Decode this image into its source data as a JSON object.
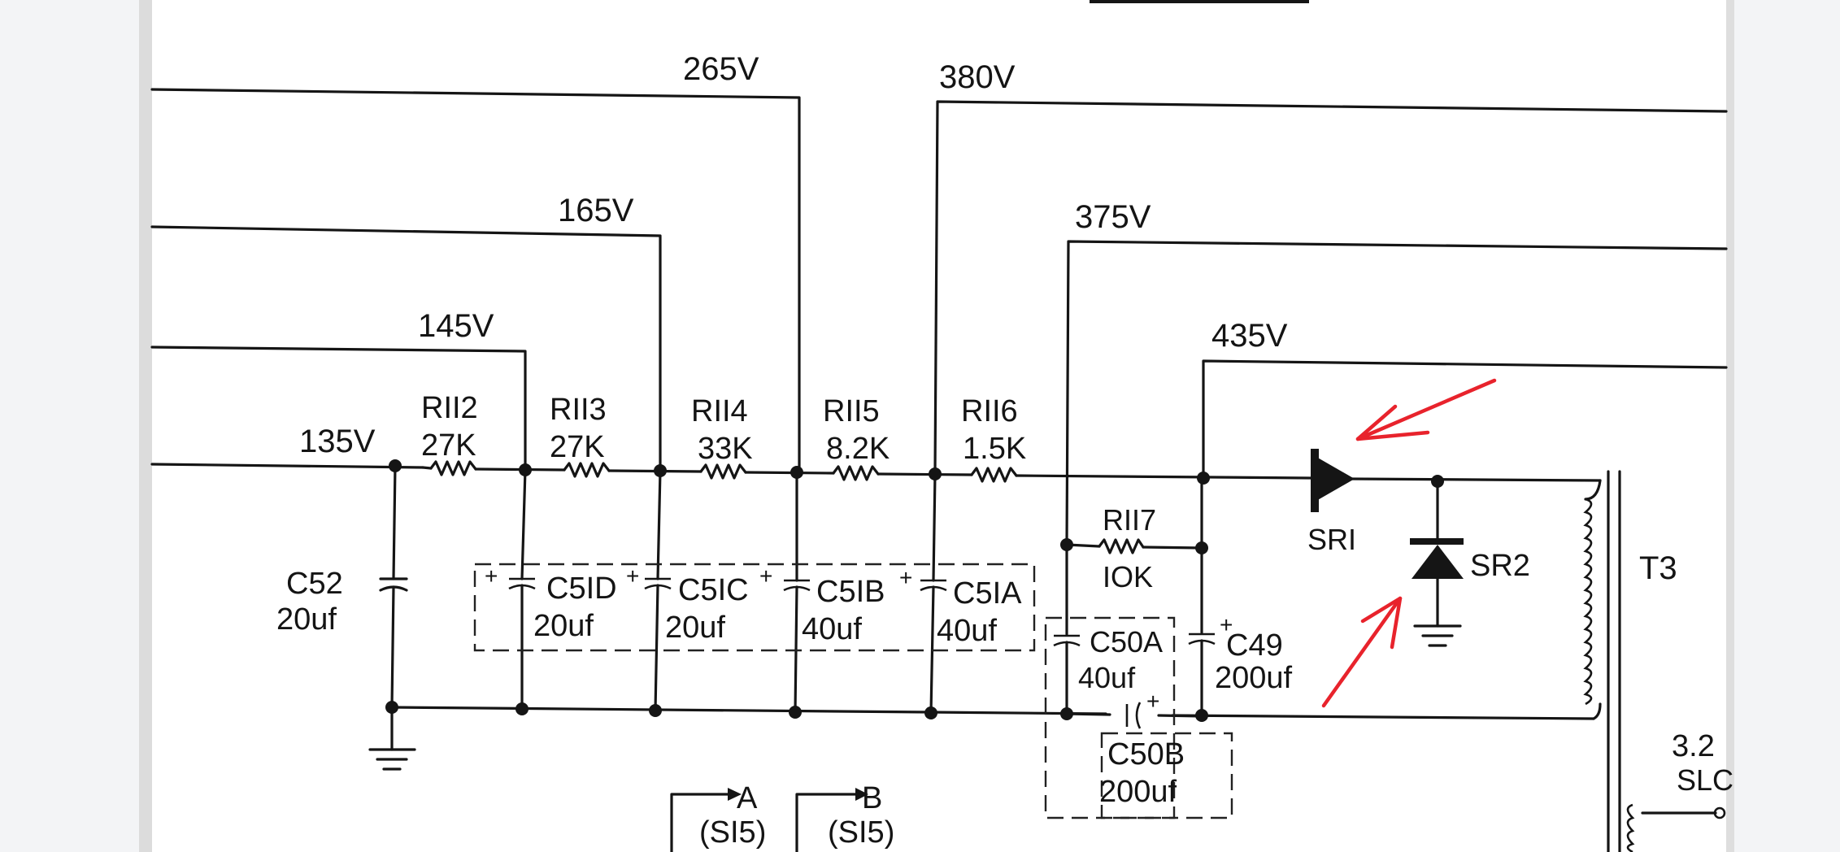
{
  "colors": {
    "background": "#f3f4f6",
    "paper": "#ffffff",
    "ink": "#151515",
    "annotation": "#e8232c"
  },
  "voltages": {
    "v265": "265V",
    "v380": "380V",
    "v165": "165V",
    "v375": "375V",
    "v145": "145V",
    "v435": "435V",
    "v135": "135V"
  },
  "resistors": [
    {
      "ref": "RII2",
      "value": "27K"
    },
    {
      "ref": "RII3",
      "value": "27K"
    },
    {
      "ref": "RII4",
      "value": "33K"
    },
    {
      "ref": "RII5",
      "value": "8.2K"
    },
    {
      "ref": "RII6",
      "value": "1.5K"
    },
    {
      "ref": "RII7",
      "value": "IOK"
    }
  ],
  "capacitors": {
    "c52": {
      "ref": "C52",
      "value": "20uf"
    },
    "c51d": {
      "ref": "C5ID",
      "value": "20uf"
    },
    "c51c": {
      "ref": "C5IC",
      "value": "20uf"
    },
    "c51b": {
      "ref": "C5IB",
      "value": "40uf"
    },
    "c51a": {
      "ref": "C5IA",
      "value": "40uf"
    },
    "c50a": {
      "ref": "C50A",
      "value": "40uf"
    },
    "c49": {
      "ref": "C49",
      "value": "200uf"
    },
    "c50b": {
      "ref": "C50B",
      "value": "200uf"
    }
  },
  "rectifiers": {
    "sr1": "SRI",
    "sr2": "SR2"
  },
  "transformer": {
    "ref": "T3",
    "partial_1": "3.2",
    "partial_2": "SLC"
  },
  "connectors": [
    {
      "label": "A",
      "sub": "(SI5)"
    },
    {
      "label": "B",
      "sub": "(SI5)"
    }
  ],
  "plus_sign": "+",
  "annotation": {
    "arrow_count": 2,
    "targets": [
      "SRI",
      "SR2"
    ]
  }
}
